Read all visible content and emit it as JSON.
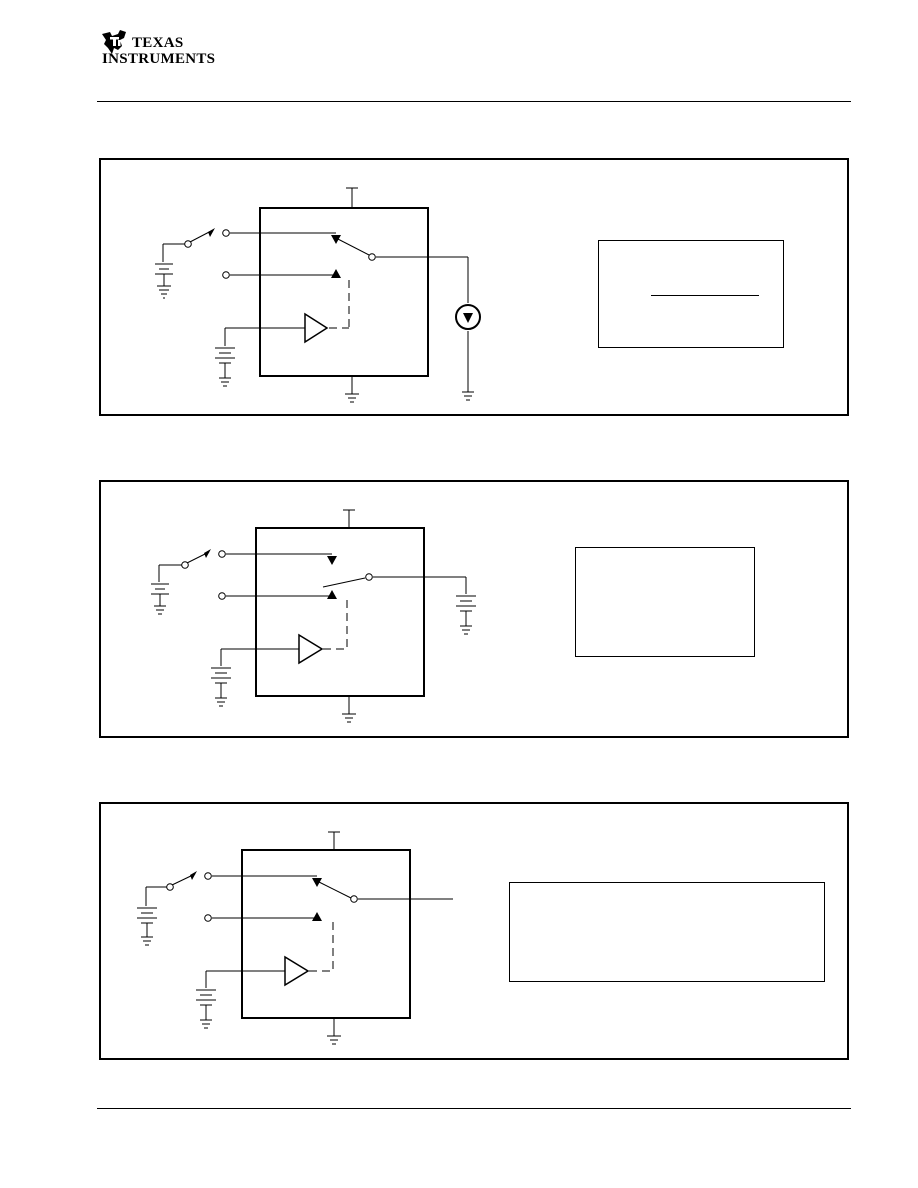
{
  "header": {
    "logo": {
      "line1": "TEXAS",
      "line2": "INSTRUMENTS",
      "icon": "ti-state-logo-icon"
    }
  },
  "figures": [
    {
      "name": "switch-to-current-source",
      "load_icon": "current-source-icon"
    },
    {
      "name": "switch-to-battery-load",
      "load_icon": "battery-icon"
    },
    {
      "name": "switch-open-output",
      "load_icon": "none"
    }
  ],
  "footer": {}
}
